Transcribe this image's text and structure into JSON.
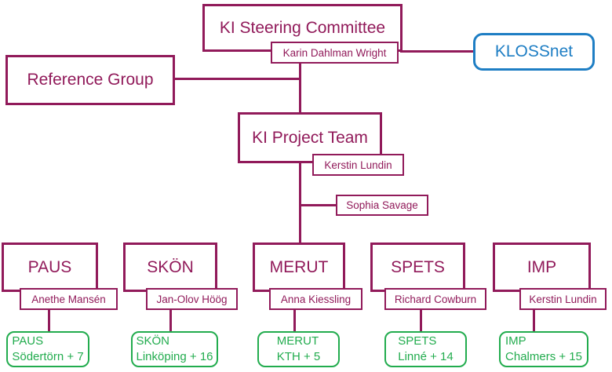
{
  "colors": {
    "maroon": "#911A5A",
    "green": "#22AC4E",
    "blue": "#1E7EC4"
  },
  "top": {
    "steering_committee": "KI Steering Committee",
    "steering_lead": "Karin Dahlman Wright",
    "klossnet": "KLOSSnet",
    "reference_group": "Reference Group",
    "project_team": "KI Project Team",
    "project_lead": "Kerstin Lundin",
    "project_member": "Sophia Savage"
  },
  "units": [
    {
      "label": "PAUS",
      "lead": "Anethe Mansén",
      "site_line1": "PAUS",
      "site_line2": "Södertörn + 7"
    },
    {
      "label": "SKÖN",
      "lead": "Jan-Olov Höög",
      "site_line1": "SKÖN",
      "site_line2": "Linköping + 16"
    },
    {
      "label": "MERUT",
      "lead": "Anna Kiessling",
      "site_line1": "MERUT",
      "site_line2": "KTH + 5"
    },
    {
      "label": "SPETS",
      "lead": "Richard Cowburn",
      "site_line1": "SPETS",
      "site_line2": "Linné + 14"
    },
    {
      "label": "IMP",
      "lead": "Kerstin Lundin",
      "site_line1": "IMP",
      "site_line2": "Chalmers + 15"
    }
  ]
}
